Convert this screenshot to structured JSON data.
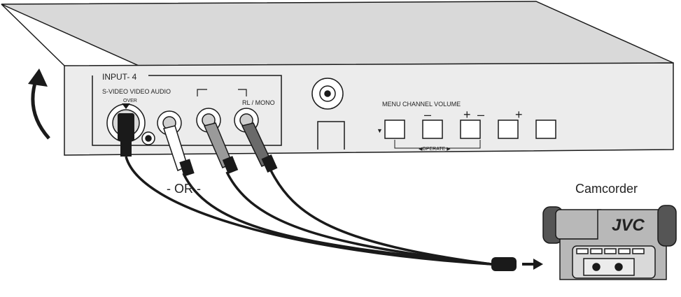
{
  "panel": {
    "input_label": "INPUT- 4",
    "jack_labels": "S-VIDEO VIDEO AUDIO",
    "over_label": "OVER",
    "audio_channel_label": "RL / MONO"
  },
  "controls": {
    "header": "MENU CHANNEL VOLUME",
    "signs": [
      "–",
      "+",
      "–",
      "+"
    ],
    "operate_label": "◀OPERATE ▶",
    "left_marker": "▼"
  },
  "cabling": {
    "or_label": "- OR -"
  },
  "camcorder": {
    "label": "Camcorder",
    "brand": "JVC"
  },
  "colors": {
    "line": "#1a1a1a",
    "face": "#d9d9d9",
    "panel": "#ececec",
    "cam_body": "#b8b8b8",
    "cam_dark": "#555555"
  }
}
